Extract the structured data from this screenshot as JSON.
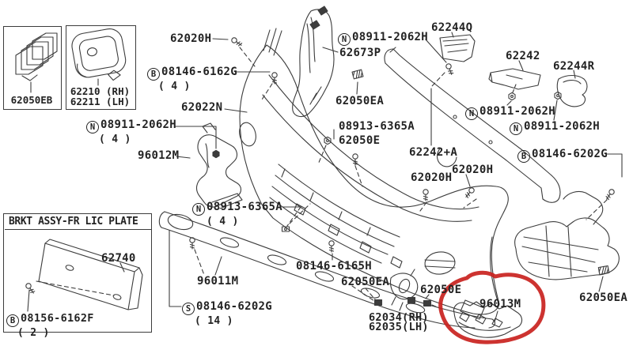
{
  "colors": {
    "line": "#3c3c3c",
    "text": "#232323",
    "background": "#ffffff",
    "red_highlight": "#c9221e"
  },
  "boxes": {
    "clip_box": {
      "part": "62050EB"
    },
    "lamp_box": {
      "rh": "62210 (RH)",
      "lh": "62211 (LH)"
    },
    "license_box": {
      "title": "BRKT ASSY-FR LIC PLATE",
      "part": "62740",
      "fastener": {
        "prefix": "B",
        "text": "08156-6162F",
        "qty": "( 2 )"
      }
    }
  },
  "labels": {
    "l_62020h_top": {
      "text": "62020H"
    },
    "l_b08146_6162g": {
      "prefix": "B",
      "text": "08146-6162G",
      "qty": "( 4 )"
    },
    "l_62022n": {
      "text": "62022N"
    },
    "l_n08911_left": {
      "prefix": "N",
      "text": "08911-2062H",
      "qty": "( 4 )"
    },
    "l_96012m": {
      "text": "96012M"
    },
    "l_n08911_top": {
      "prefix": "N",
      "text": "08911-2062H"
    },
    "l_62673p": {
      "text": "62673P"
    },
    "l_62244q": {
      "text": "62244Q"
    },
    "l_62050ea_top": {
      "text": "62050EA"
    },
    "l_62242": {
      "text": "62242"
    },
    "l_62244r": {
      "text": "62244R"
    },
    "l_n08911_r1": {
      "prefix": "N",
      "text": "08911-2062H"
    },
    "l_n08911_r2": {
      "prefix": "N",
      "text": "08911-2062H"
    },
    "l_b08146_6202g": {
      "prefix": "B",
      "text": "08146-6202G"
    },
    "l_08913_6365a_mid": {
      "text": "08913-6365A"
    },
    "l_62050e_mid": {
      "text": "62050E"
    },
    "l_62242a": {
      "text": "62242+A"
    },
    "l_62020h_mid1": {
      "text": "62020H"
    },
    "l_62020h_mid2": {
      "text": "62020H"
    },
    "l_n08913_6365a": {
      "prefix": "N",
      "text": "08913-6365A",
      "qty": "( 4 )"
    },
    "l_96011m": {
      "text": "96011M"
    },
    "l_s08146_6202g": {
      "prefix": "S",
      "text": "08146-6202G",
      "qty": "( 14 )"
    },
    "l_08146_6165h": {
      "text": "08146-6165H"
    },
    "l_62050ea_bc": {
      "text": "62050EA"
    },
    "l_62050e_bot": {
      "text": "62050E"
    },
    "l_62034": {
      "text": "62034(RH)"
    },
    "l_62035": {
      "text": "62035(LH)"
    },
    "l_96013m": {
      "text": "96013M"
    },
    "l_62050ea_br": {
      "text": "62050EA"
    }
  }
}
